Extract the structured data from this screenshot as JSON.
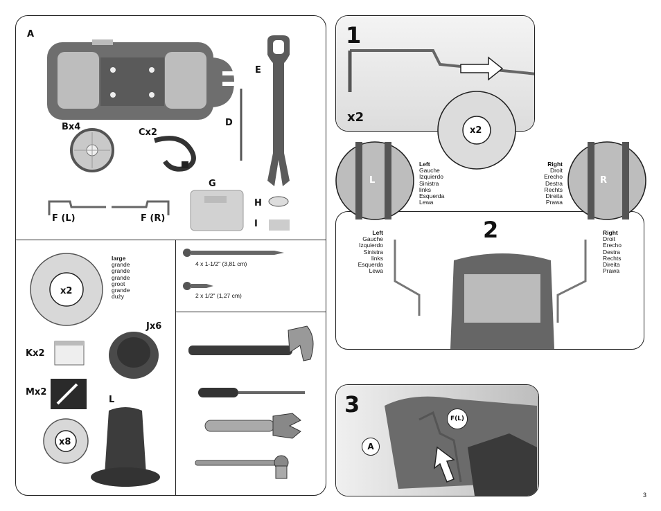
{
  "parts_panel": {
    "A": "A",
    "B": "Bx4",
    "C": "Cx2",
    "D": "D",
    "E": "E",
    "F_left": "F (L)",
    "F_right": "F (R)",
    "G": "G",
    "H": "H",
    "I": "I"
  },
  "hardware_panel": {
    "washer_large_qty": "x2",
    "large_words": [
      "large",
      "grande",
      "grande",
      "grande",
      "groot",
      "grande",
      "duży"
    ],
    "J": "Jx6",
    "K": "Kx2",
    "M": "Mx2",
    "L": "L",
    "washer_small_qty": "x8"
  },
  "screws_panel": {
    "long_screw": "4 x 1-1/2\" (3,81 cm)",
    "short_screw": "2 x 1/2\" (1,27 cm)"
  },
  "tools_panel": {
    "tools": [
      "hammer-icon",
      "screwdriver-icon",
      "adjustable-wrench-icon",
      "ratchet-icon"
    ]
  },
  "step1": {
    "number": "1",
    "qty": "x2",
    "washer_qty": "x2"
  },
  "step2": {
    "number": "2",
    "left_words": [
      "Left",
      "Gauche",
      "Izquierdo",
      "Sinistra",
      "links",
      "Esquerda",
      "Lewa"
    ],
    "right_words": [
      "Right",
      "Droit",
      "Erecho",
      "Destra",
      "Rechts",
      "Direita",
      "Prawa"
    ],
    "zoom_left_letter": "L",
    "zoom_right_letter": "R"
  },
  "step3": {
    "number": "3",
    "callout_f": "F(L)",
    "callout_a": "A"
  },
  "page_number": "3"
}
